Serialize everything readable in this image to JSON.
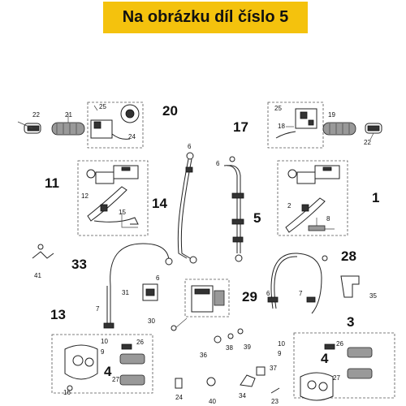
{
  "header": {
    "title": "Na obrázku díl číslo 5"
  },
  "callouts": {
    "c20": "20",
    "c17": "17",
    "c11": "11",
    "c14": "14",
    "c5": "5",
    "c1": "1",
    "c33": "33",
    "c28": "28",
    "c29": "29",
    "c13": "13",
    "c3": "3",
    "c4a": "4",
    "c4b": "4"
  },
  "labels": {
    "l22a": "22",
    "l21": "21",
    "l25a": "25",
    "l24a": "24",
    "l25b": "25",
    "l18": "18",
    "l19": "19",
    "l22b": "22",
    "l12": "12",
    "l15": "15",
    "l6a": "6",
    "l6b": "6",
    "l2": "2",
    "l8": "8",
    "l41": "41",
    "l6c": "6",
    "l31": "31",
    "l35": "35",
    "l7a": "7",
    "l6d": "6",
    "l7b": "7",
    "l30": "30",
    "l10a": "10",
    "l26a": "26",
    "l9a": "9",
    "l27a": "27",
    "l16": "16",
    "l38": "38",
    "l36": "36",
    "l39": "39",
    "l37": "37",
    "l24b": "24",
    "l40": "40",
    "l34": "34",
    "l23": "23",
    "l10b": "10",
    "l26b": "26",
    "l9b": "9",
    "l27b": "27"
  }
}
